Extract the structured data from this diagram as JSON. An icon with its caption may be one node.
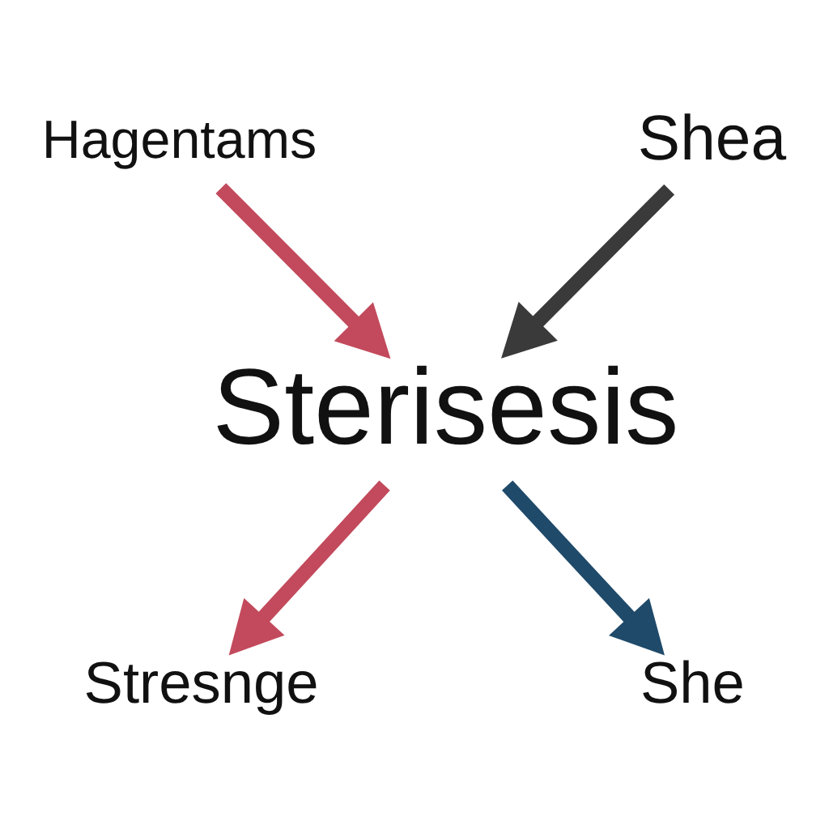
{
  "diagram": {
    "nodes": [
      {
        "text": [
          "Hagentams"
        ]
      },
      {
        "text": [
          "Shea"
        ]
      },
      {
        "text": [
          "Sterisesis"
        ]
      },
      {
        "text": [
          "Stresnge"
        ]
      },
      {
        "text": [
          "She"
        ]
      }
    ],
    "edges": [
      {
        "from": 0,
        "to": 2,
        "arrow": "to",
        "color": "#c24a5c"
      },
      {
        "from": 1,
        "to": 2,
        "arrow": "to",
        "color": "#3a3a3a"
      },
      {
        "from": 2,
        "to": 3,
        "arrow": "to",
        "color": "#c24a5c"
      },
      {
        "from": 2,
        "to": 4,
        "arrow": "to",
        "color": "#1f4a6a"
      }
    ]
  }
}
